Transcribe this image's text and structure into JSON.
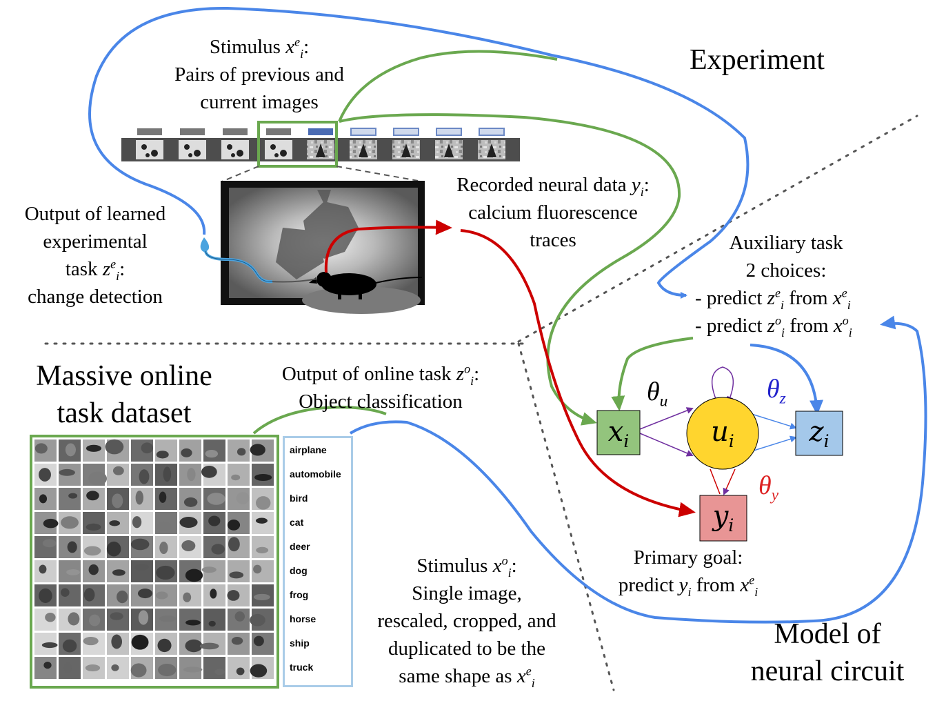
{
  "sections": {
    "experiment": "Experiment",
    "online_dataset": [
      "Massive online",
      "task dataset"
    ],
    "model": [
      "Model of",
      "neural circuit"
    ]
  },
  "stimulus_e": {
    "line1_prefix": "Stimulus ",
    "symbol": "x",
    "sub": "i",
    "sup": "e",
    "line1_suffix": ":",
    "line2": "Pairs of previous and",
    "line3": "current images"
  },
  "recorded": {
    "line1_prefix": "Recorded neural data ",
    "symbol": "y",
    "sub": "i",
    "line1_suffix": ":",
    "line2": "calcium fluorescence",
    "line3": "traces"
  },
  "output_experimental": {
    "line1": "Output of learned",
    "line2": "experimental",
    "line3_prefix": "task ",
    "symbol": "z",
    "sub": "i",
    "sup": "e",
    "line3_suffix": ":",
    "line4": "change detection"
  },
  "auxiliary": {
    "line1": "Auxiliary task",
    "line2": "2 choices:",
    "opt1": [
      "- predict ",
      "z",
      "i",
      "e",
      " from ",
      "x",
      "i",
      "e"
    ],
    "opt2": [
      "- predict ",
      "z",
      "i",
      "o",
      " from ",
      "x",
      "i",
      "o"
    ]
  },
  "output_online": {
    "line1_prefix": "Output of online task ",
    "symbol": "z",
    "sub": "i",
    "sup": "o",
    "line1_suffix": ":",
    "line2": "Object classification"
  },
  "primary": {
    "line1": "Primary goal:",
    "line2_prefix": "predict  ",
    "y": "y",
    "sub": "i",
    "mid": " from ",
    "x": "x",
    "xsub": "i",
    "xsup": "e"
  },
  "stimulus_o": {
    "line1_prefix": "Stimulus ",
    "symbol": "x",
    "sub": "i",
    "sup": "o",
    "line1_suffix": ":",
    "line2": "Single image,",
    "line3": "rescaled, cropped, and",
    "line4": "duplicated to be the",
    "line5_prefix": "same shape as ",
    "symbol2": "x",
    "sub2": "i",
    "sup2": "e"
  },
  "nodes": {
    "x": {
      "sym": "x",
      "sub": "i"
    },
    "u": {
      "sym": "u",
      "sub": "i"
    },
    "z": {
      "sym": "z",
      "sub": "i"
    },
    "y": {
      "sym": "y",
      "sub": "i"
    }
  },
  "params": {
    "theta_u": {
      "sym": "θ",
      "sub": "u"
    },
    "theta_z": {
      "sym": "θ",
      "sub": "z"
    },
    "theta_y": {
      "sym": "θ",
      "sub": "y"
    }
  },
  "class_labels": [
    "airplane",
    "automobile",
    "bird",
    "cat",
    "deer",
    "dog",
    "frog",
    "horse",
    "ship",
    "truck"
  ],
  "colors": {
    "blue_arrow": "#4a86e8",
    "green_arrow": "#6aa84f",
    "red_arrow": "#cc0000",
    "purple_arrow": "#7030a0",
    "node_x": "#93c47d",
    "node_u": "#ffd52e",
    "node_z": "#a4c8ea",
    "node_y": "#e89595",
    "theta_z": "#2222cc",
    "theta_y": "#dd2222"
  }
}
